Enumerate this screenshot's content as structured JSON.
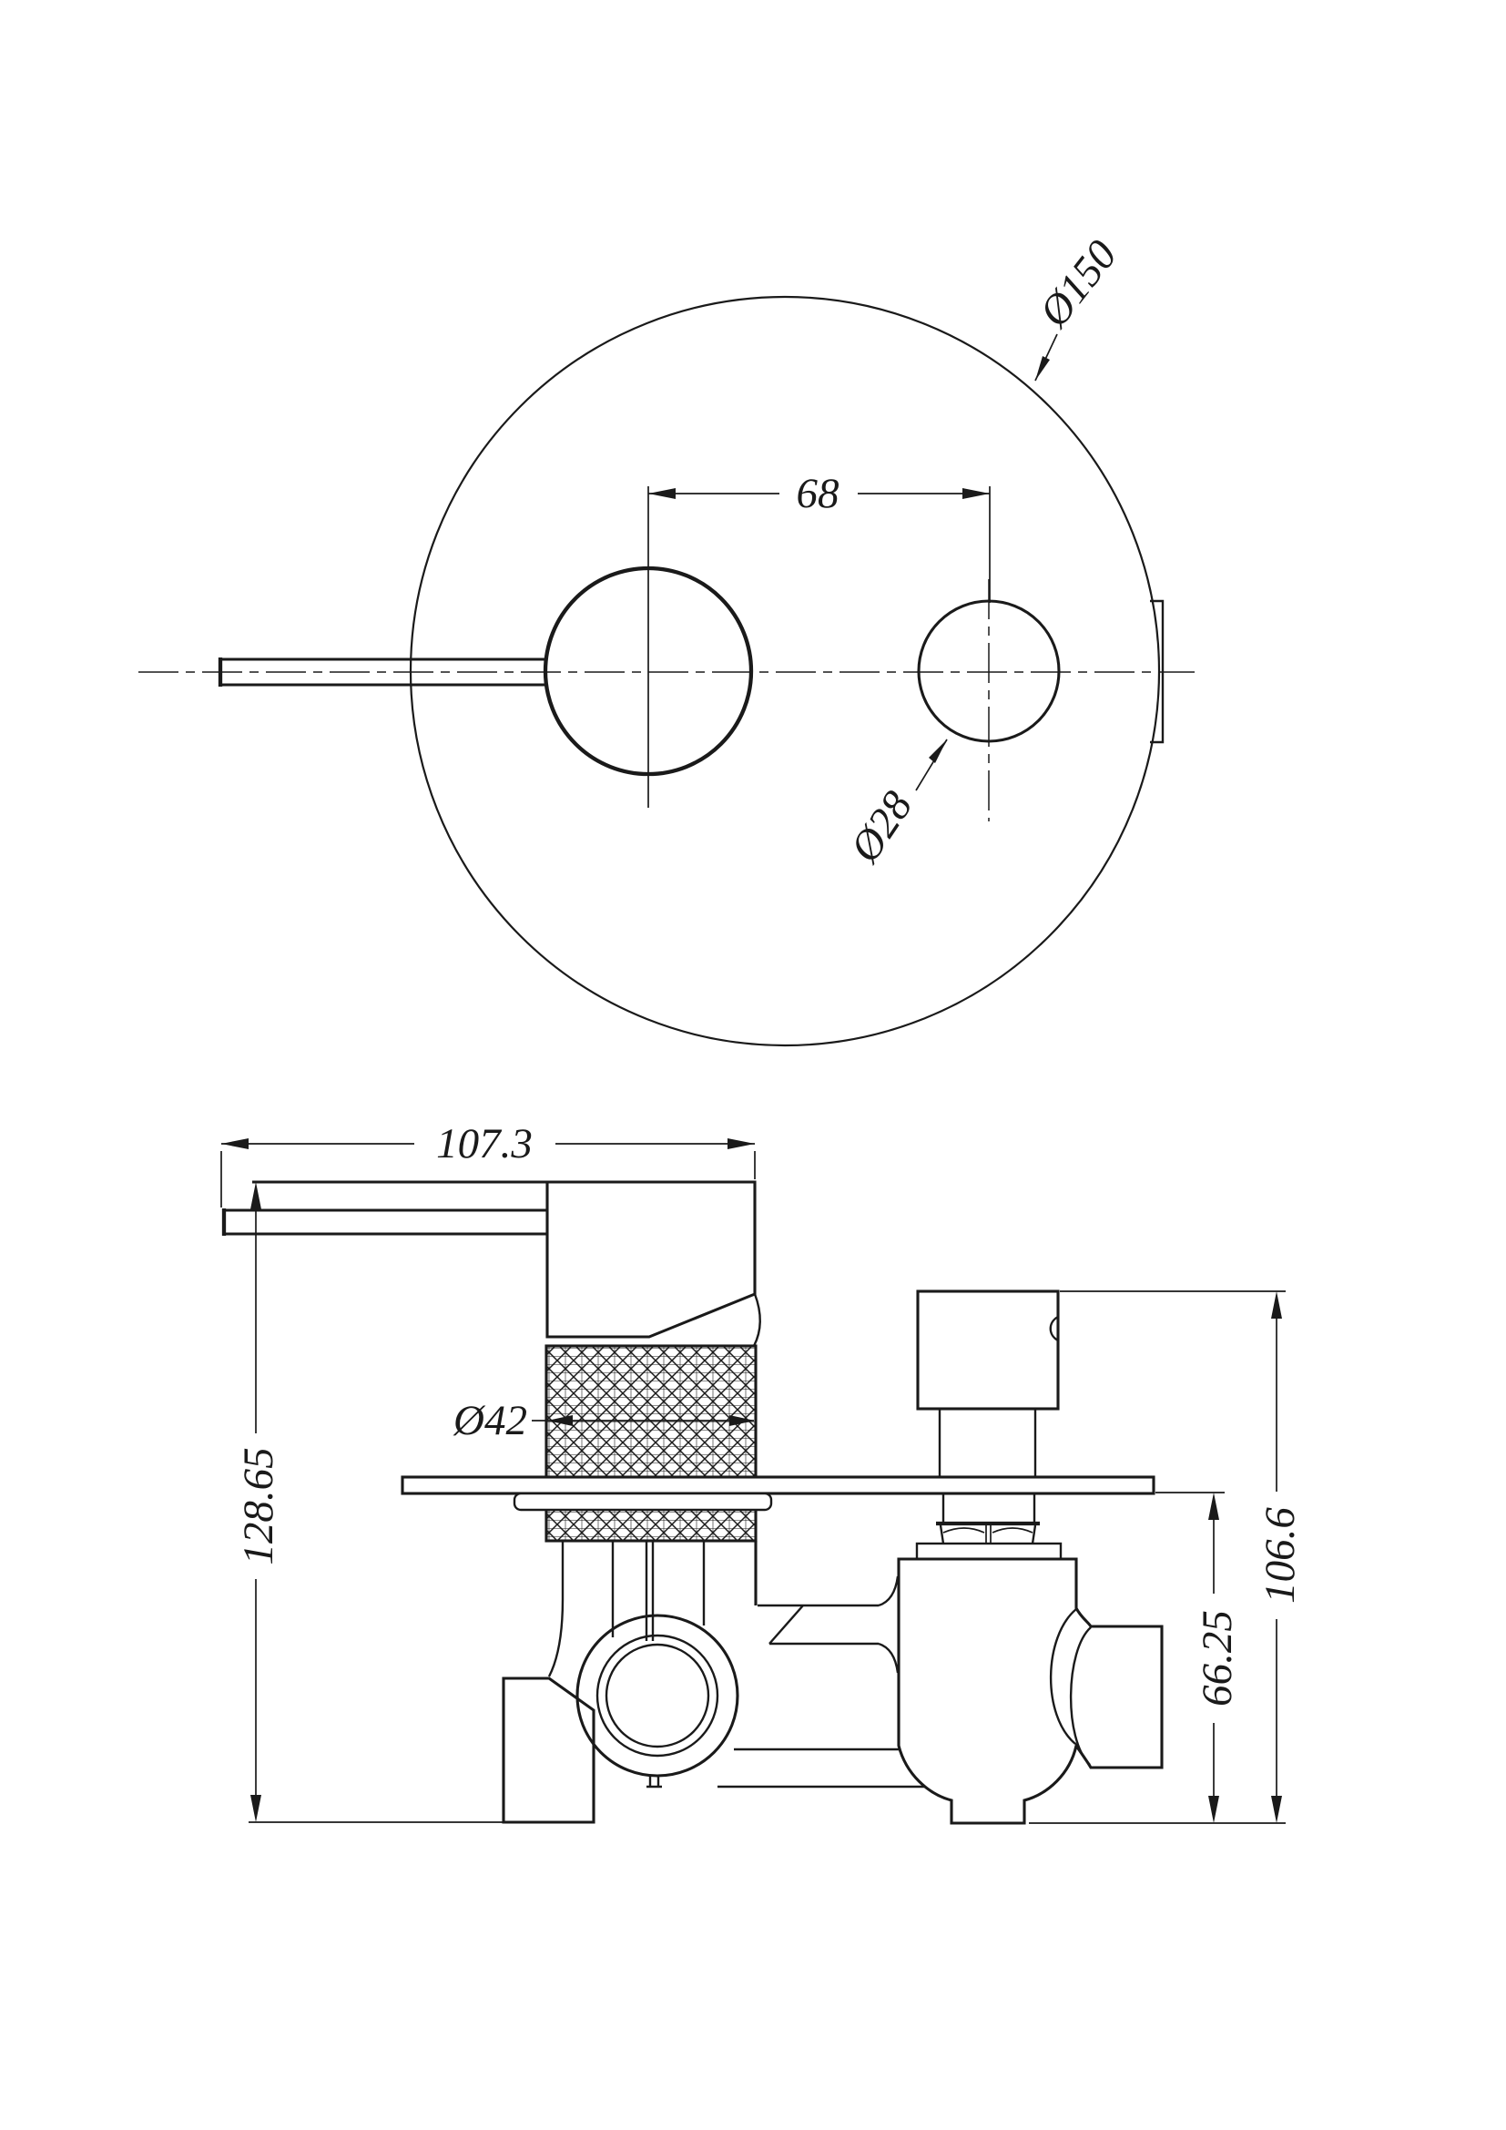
{
  "palette": {
    "background": "#ffffff",
    "line": "#1a1a1a"
  },
  "dimensions": {
    "plate_diameter": "Ø150",
    "center_spacing": "68",
    "diverter_diameter": "Ø28",
    "overall_width": "107.3",
    "overall_height": "128.65",
    "cartridge_diameter": "Ø42",
    "plate_to_base": "66.25",
    "knob_to_base": "106.6"
  }
}
